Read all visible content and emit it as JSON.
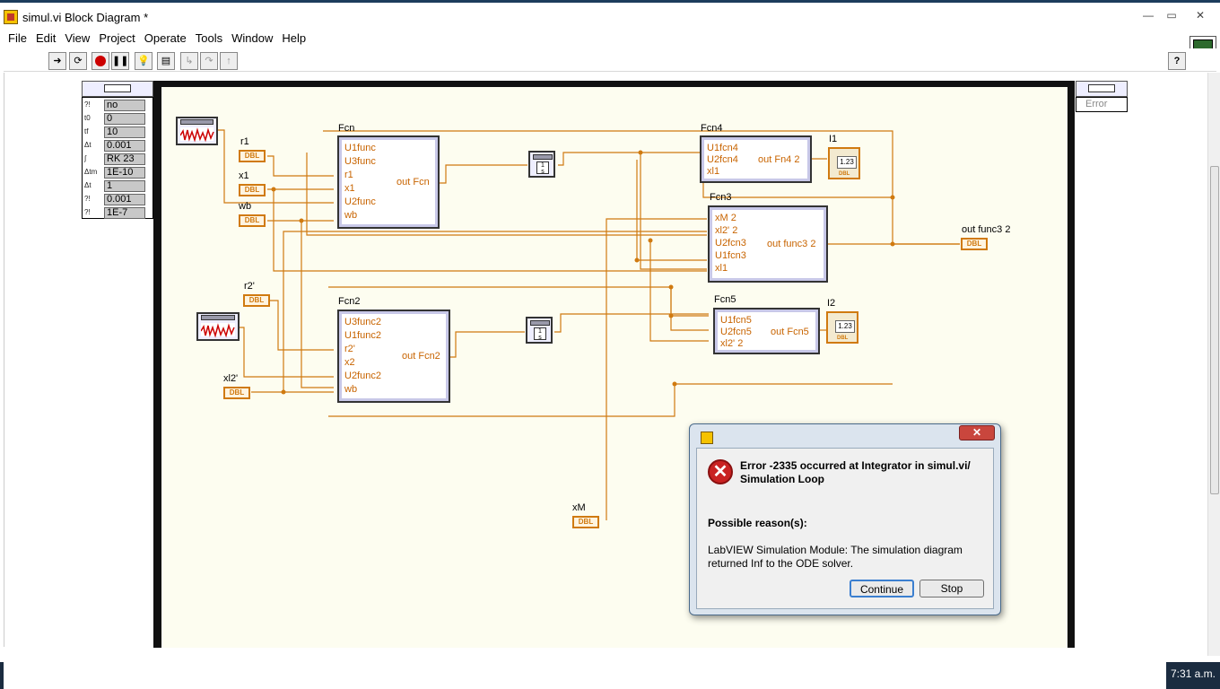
{
  "window": {
    "title": "simul.vi Block Diagram *",
    "min": "—",
    "max": "▭",
    "close": "✕"
  },
  "menu": [
    "File",
    "Edit",
    "View",
    "Project",
    "Operate",
    "Tools",
    "Window",
    "Help"
  ],
  "toolbar": {
    "icons": [
      "run-arrow-icon",
      "run-continuously-icon",
      "abort-icon",
      "pause-icon",
      "highlight-execution-icon",
      "retain-wire-values-icon",
      "step-into-icon",
      "step-over-icon",
      "step-out-icon"
    ],
    "help": "?"
  },
  "params_cluster": {
    "rows": [
      {
        "icon": "?!",
        "value": "no"
      },
      {
        "icon": "t0",
        "value": "0"
      },
      {
        "icon": "tf",
        "value": "10"
      },
      {
        "icon": "Δt",
        "value": "0.001"
      },
      {
        "icon": "∫",
        "value": "RK 23"
      },
      {
        "icon": "Δtm",
        "value": "1E-10"
      },
      {
        "icon": "Δt",
        "value": "1"
      },
      {
        "icon": "?!",
        "value": "0.001"
      },
      {
        "icon": "?!",
        "value": "1E-7"
      }
    ]
  },
  "error_cluster": {
    "label": "Error"
  },
  "blocks": {
    "fcn": {
      "title": "Fcn",
      "inputs": [
        "U1func",
        "U3func",
        "r1",
        "x1",
        "U2func",
        "wb"
      ],
      "output": "out Fcn"
    },
    "fcn2": {
      "title": "Fcn2",
      "inputs": [
        "U3func2",
        "U1func2",
        "r2'",
        "x2",
        "U2func2",
        "wb"
      ],
      "output": "out Fcn2"
    },
    "fcn3": {
      "title": "Fcn3",
      "inputs": [
        "xM 2",
        "xl2' 2",
        "U2fcn3",
        "U1fcn3",
        "xl1"
      ],
      "output": "out func3 2"
    },
    "fcn4": {
      "title": "Fcn4",
      "inputs": [
        "U1fcn4",
        "U2fcn4",
        "xl1"
      ],
      "output": "out Fn4 2"
    },
    "fcn5": {
      "title": "Fcn5",
      "inputs": [
        "U1fcn5",
        "U2fcn5",
        "xl2' 2"
      ],
      "output": "out Fcn5"
    }
  },
  "controls": {
    "r1": "r1",
    "x1": "x1",
    "wb": "wb",
    "r2p": "r2'",
    "xl2p": "xl2'",
    "xM": "xM",
    "out_func3": "out func3 2",
    "I1": "I1",
    "I2": "I2",
    "dbl": "DBL",
    "ind_value": "1.23"
  },
  "dialog": {
    "message": "Error -2335 occurred at Integrator in simul.vi/ Simulation Loop",
    "reason_title": "Possible reason(s):",
    "reason_text": "LabVIEW Simulation Module:  The simulation diagram returned Inf to the ODE solver.",
    "continue": "Continue",
    "stop": "Stop",
    "close": "✕"
  },
  "taskbar": {
    "clock": "7:31 a.m."
  },
  "colors": {
    "wire": "#d07a10",
    "loop": "#111111",
    "diagram_bg": "#fdfdf0"
  }
}
